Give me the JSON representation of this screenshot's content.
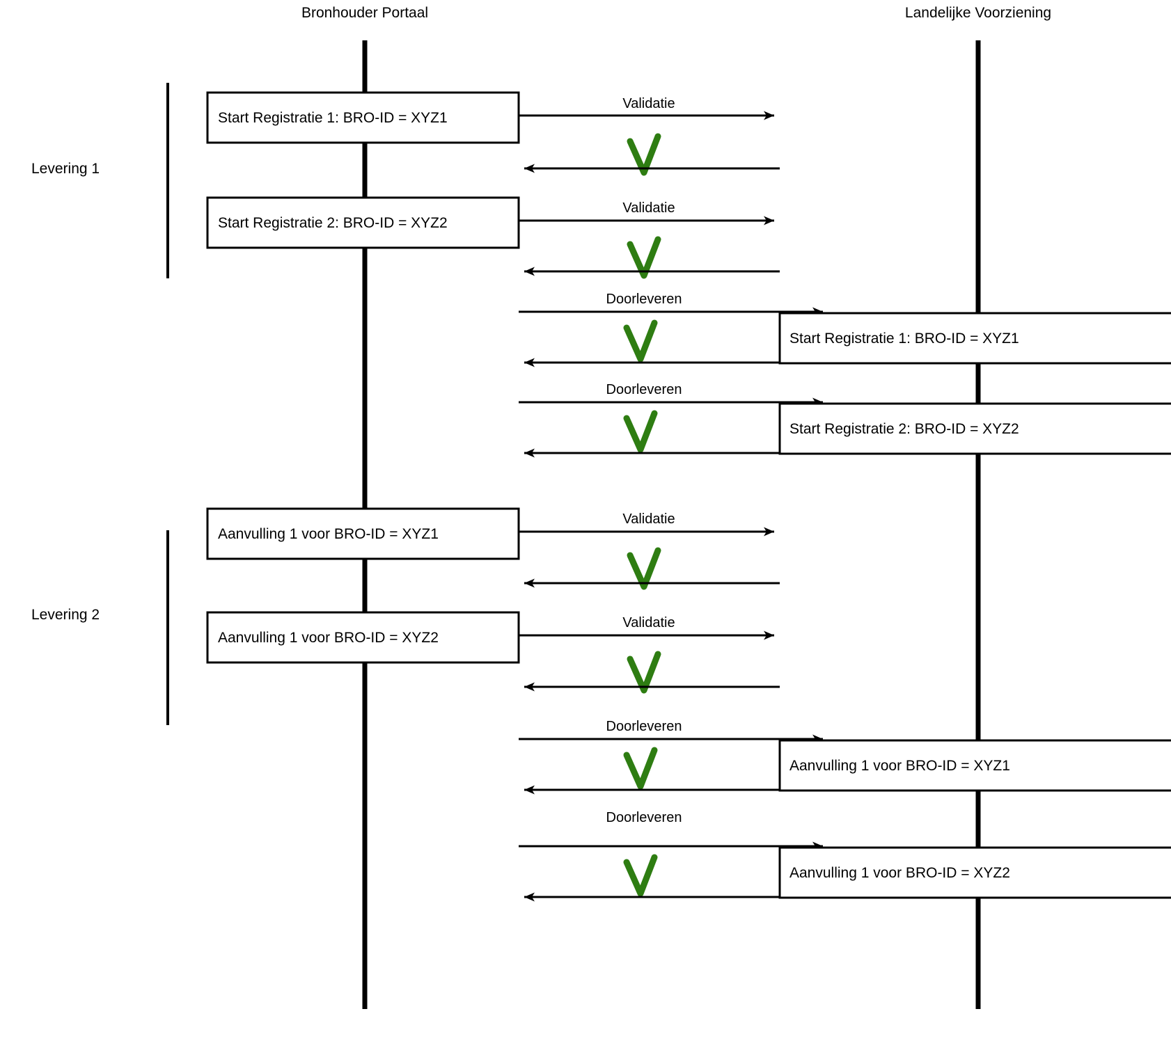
{
  "diagram": {
    "title_left": "Bronhouder Portaal",
    "title_right": "Landelijke Voorziening",
    "accent_green": "#2e7d12",
    "line_color": "#000000",
    "background": "#ffffff",
    "type": "sequence-diagram"
  },
  "phases": [
    {
      "label": "Levering 1"
    },
    {
      "label": "Levering 2"
    }
  ],
  "left_boxes": [
    {
      "label": "Start Registratie 1: BRO-ID = XYZ1"
    },
    {
      "label": "Start Registratie 2: BRO-ID = XYZ2"
    },
    {
      "label": "Aanvulling 1 voor BRO-ID = XYZ1"
    },
    {
      "label": "Aanvulling 1 voor BRO-ID = XYZ2"
    }
  ],
  "right_boxes": [
    {
      "label": "Start Registratie 1: BRO-ID = XYZ1"
    },
    {
      "label": "Start Registratie 2: BRO-ID = XYZ2"
    },
    {
      "label": "Aanvulling 1 voor BRO-ID = XYZ1"
    },
    {
      "label": "Aanvulling 1 voor BRO-ID = XYZ2"
    }
  ],
  "messages": [
    {
      "label": "Validatie",
      "direction": "right"
    },
    {
      "label": "",
      "direction": "left"
    },
    {
      "label": "Validatie",
      "direction": "right"
    },
    {
      "label": "",
      "direction": "left"
    },
    {
      "label": "Doorleveren",
      "direction": "right"
    },
    {
      "label": "",
      "direction": "left"
    },
    {
      "label": "Doorleveren",
      "direction": "right"
    },
    {
      "label": "",
      "direction": "left"
    },
    {
      "label": "Validatie",
      "direction": "right"
    },
    {
      "label": "",
      "direction": "left"
    },
    {
      "label": "Validatie",
      "direction": "right"
    },
    {
      "label": "",
      "direction": "left"
    },
    {
      "label": "Doorleveren",
      "direction": "right"
    },
    {
      "label": "",
      "direction": "left"
    },
    {
      "label": "Doorleveren",
      "direction": "right"
    },
    {
      "label": "",
      "direction": "left"
    }
  ],
  "checkmarks": [
    {
      "name": "validatie-ok-1"
    },
    {
      "name": "validatie-ok-2"
    },
    {
      "name": "doorleveren-ok-1"
    },
    {
      "name": "doorleveren-ok-2"
    },
    {
      "name": "validatie-ok-3"
    },
    {
      "name": "validatie-ok-4"
    },
    {
      "name": "doorleveren-ok-3"
    },
    {
      "name": "doorleveren-ok-4"
    }
  ]
}
